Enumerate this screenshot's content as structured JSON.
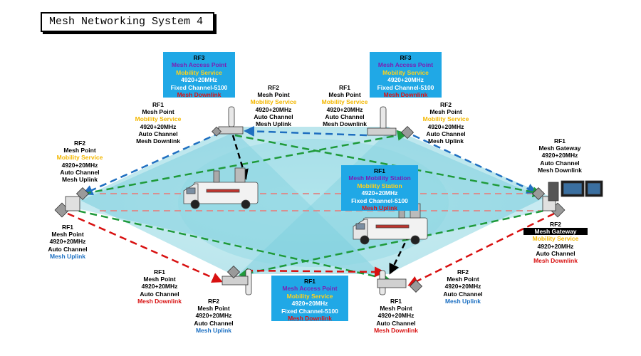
{
  "title": "Mesh Networking System 4",
  "boxes": {
    "left_ap": [
      "RF3",
      "Mesh Access Point",
      "Mobility Service",
      "4920+20MHz",
      "Fixed Channel-5100",
      "Mesh Downlink"
    ],
    "right_ap": [
      "RF3",
      "Mesh Access Point",
      "Mobility Service",
      "4920+20MHz",
      "Fixed Channel-5100",
      "Mesh Downlink"
    ],
    "mobile_station": [
      "RF1",
      "Mesh Mobility Station",
      "Mobility Station",
      "4920+20MHz",
      "Fixed Channel-5100",
      "Mesh Uplink"
    ],
    "bottom_ap": [
      "RF1",
      "Mesh Access Point",
      "Mobility Service",
      "4920+20MHz",
      "Fixed Channel-5100",
      "Mesh Downlink"
    ]
  },
  "labels": {
    "top_left_rf1": [
      "RF1",
      "Mesh Point",
      "Mobility Service",
      "4920+20MHz",
      "Auto Channel",
      "Mesh Downlink"
    ],
    "top_left_rf2": [
      "RF2",
      "Mesh Point",
      "Mobility Service",
      "4920+20MHz",
      "Auto Channel",
      "Mesh Uplink"
    ],
    "top_right_rf1": [
      "RF1",
      "Mesh Point",
      "Mobility Service",
      "4920+20MHz",
      "Auto Channel",
      "Mesh Downlink"
    ],
    "top_right_rf2": [
      "RF2",
      "Mesh Point",
      "Mobility Service",
      "4920+20MHz",
      "Auto Channel",
      "Mesh Uplink"
    ],
    "left_rf2": [
      "RF2",
      "Mesh Point",
      "Mobility Service",
      "4920+20MHz",
      "Auto Channel",
      "Mesh Uplink"
    ],
    "left_rf1": [
      "RF1",
      "Mesh Point",
      "4920+20MHz",
      "Auto Channel",
      "Mesh Uplink"
    ],
    "gateway_rf1": [
      "RF1",
      "Mesh Gateway",
      "4920+20MHz",
      "Auto Channel",
      "Mesh Downlink"
    ],
    "gateway_rf2": [
      "RF2",
      "Mesh Gateway",
      "Mobility Service",
      "4920+20MHz",
      "Auto Channel",
      "Mesh Downlink"
    ],
    "bottom_left_rf1": [
      "RF1",
      "Mesh Point",
      "4920+20MHz",
      "Auto Channel",
      "Mesh Downlink"
    ],
    "bottom_left_rf2": [
      "RF2",
      "Mesh Point",
      "4920+20MHz",
      "Auto Channel",
      "Mesh Uplink"
    ],
    "bottom_right_rf1": [
      "RF1",
      "Mesh Point",
      "4920+20MHz",
      "Auto Channel",
      "Mesh Downlink"
    ],
    "bottom_right_rf2": [
      "RF2",
      "Mesh Point",
      "4920+20MHz",
      "Auto Channel",
      "Mesh Uplink"
    ]
  },
  "colors": {
    "coverage": "#7fd3e0",
    "link_blue": "#1f6fc0",
    "link_green": "#1f9a3a",
    "link_red": "#d81010",
    "link_pink": "#d89090",
    "box_bg": "#20a8e6"
  }
}
